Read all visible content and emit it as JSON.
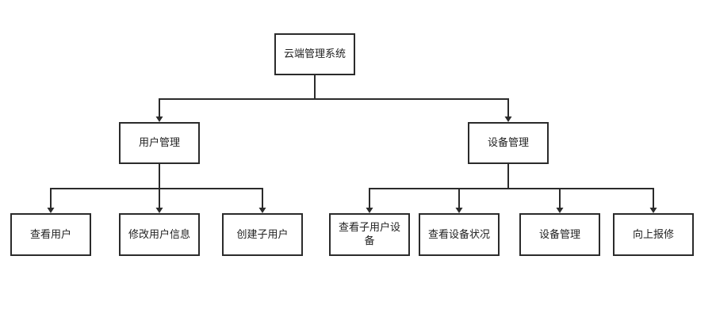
{
  "diagram": {
    "colors": {
      "line": "#2b2b2b",
      "box_border": "#2b2b2b",
      "text": "#222222",
      "background": "#ffffff"
    },
    "nodes": {
      "root": "云端管理系统",
      "user_mgmt": "用户管理",
      "device_mgmt": "设备管理",
      "view_users": "查看用户",
      "edit_user_info": "修改用户信息",
      "create_sub_user": "创建子用户",
      "view_sub_user_devices": "查看子用户设备",
      "view_device_status": "查看设备状况",
      "device_mgmt_leaf": "设备管理",
      "report_repair": "向上报修"
    },
    "edges": [
      [
        "root",
        "user_mgmt"
      ],
      [
        "root",
        "device_mgmt"
      ],
      [
        "user_mgmt",
        "view_users"
      ],
      [
        "user_mgmt",
        "edit_user_info"
      ],
      [
        "user_mgmt",
        "create_sub_user"
      ],
      [
        "device_mgmt",
        "view_sub_user_devices"
      ],
      [
        "device_mgmt",
        "view_device_status"
      ],
      [
        "device_mgmt",
        "device_mgmt_leaf"
      ],
      [
        "device_mgmt",
        "report_repair"
      ]
    ]
  }
}
